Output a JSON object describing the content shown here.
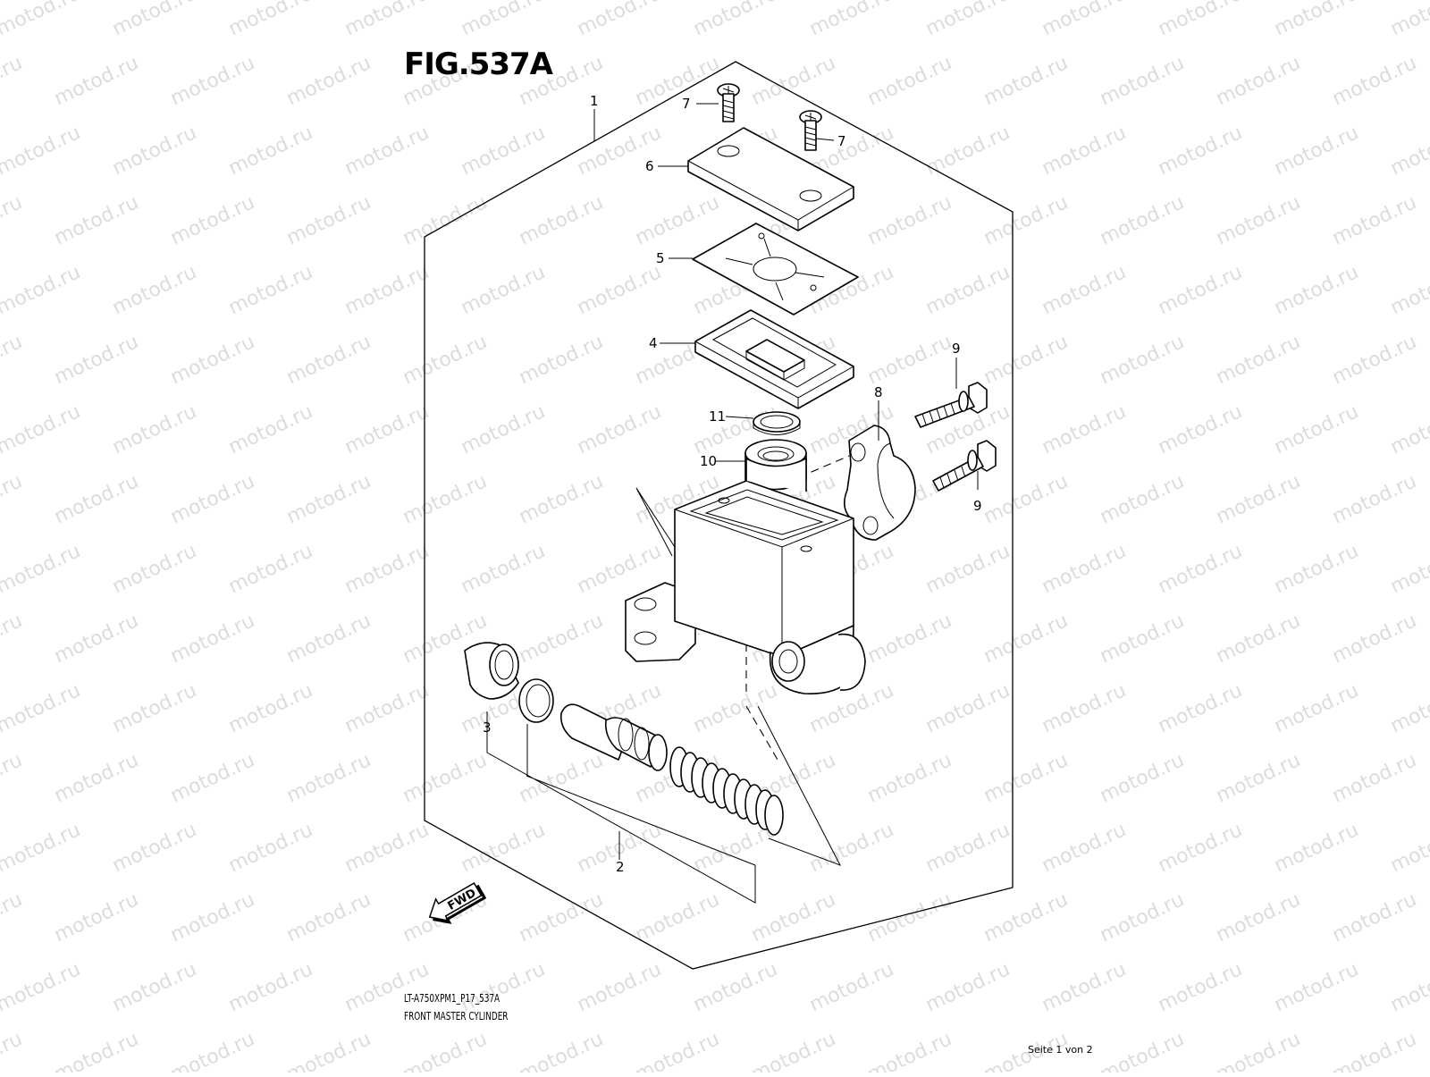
{
  "figure_title": "FIG.537A",
  "watermark": "motod.ru",
  "model_code": "LT-A750XPM1_P17_537A",
  "diagram_name": "FRONT MASTER CYLINDER",
  "page_indicator": "Seite 1 von 2",
  "fwd_label": "FWD",
  "callouts": {
    "c1": "1",
    "c2": "2",
    "c3": "3",
    "c4": "4",
    "c5": "5",
    "c6": "6",
    "c7a": "7",
    "c7b": "7",
    "c8": "8",
    "c9a": "9",
    "c9b": "9",
    "c10": "10",
    "c11": "11"
  }
}
